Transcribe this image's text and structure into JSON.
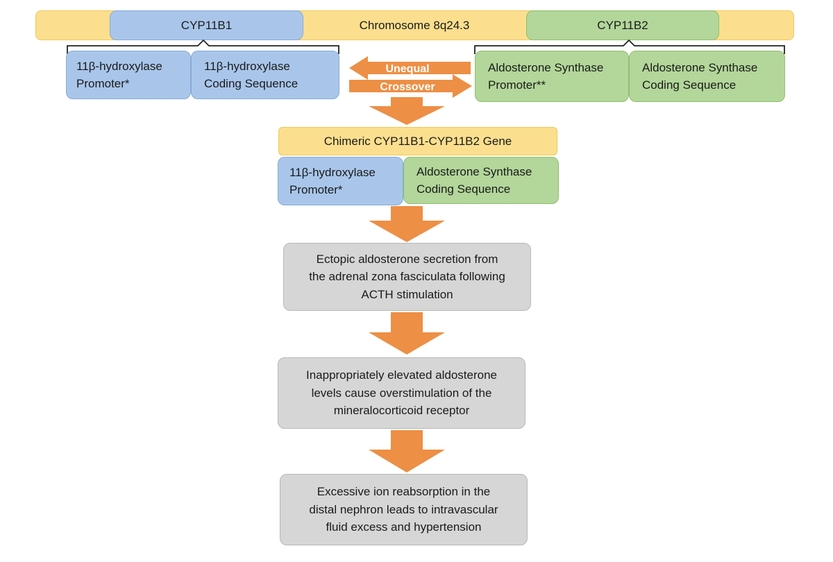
{
  "chromosome": {
    "label": "Chromosome 8q24.3",
    "gene_left": "CYP11B1",
    "gene_right": "CYP11B2"
  },
  "cyp11b1_parts": {
    "promoter": "11β-hydroxylase\nPromoter*",
    "coding": "11β-hydroxylase\nCoding Sequence"
  },
  "cyp11b2_parts": {
    "promoter": "Aldosterone Synthase\nPromoter**",
    "coding": "Aldosterone Synthase\nCoding Sequence"
  },
  "crossover": {
    "line1": "Unequal",
    "line2": "Crossover"
  },
  "chimeric": {
    "title": "Chimeric CYP11B1-CYP11B2 Gene",
    "promoter": "11β-hydroxylase\nPromoter*",
    "coding": "Aldosterone Synthase\nCoding Sequence"
  },
  "steps": [
    "Ectopic aldosterone secretion from\nthe adrenal zona fasciculata following\nACTH stimulation",
    "Inappropriately elevated aldosterone\nlevels cause overstimulation of the\nmineralocorticoid receptor",
    "Excessive ion reabsorption in the\ndistal nephron leads to intravascular\nfluid excess and hypertension"
  ],
  "colors": {
    "chromosome": "#fbdf8e",
    "cyp11b1": "#a9c6ea",
    "cyp11b2": "#b3d69a",
    "step": "#d6d6d6",
    "arrow": "#ed8f45"
  }
}
